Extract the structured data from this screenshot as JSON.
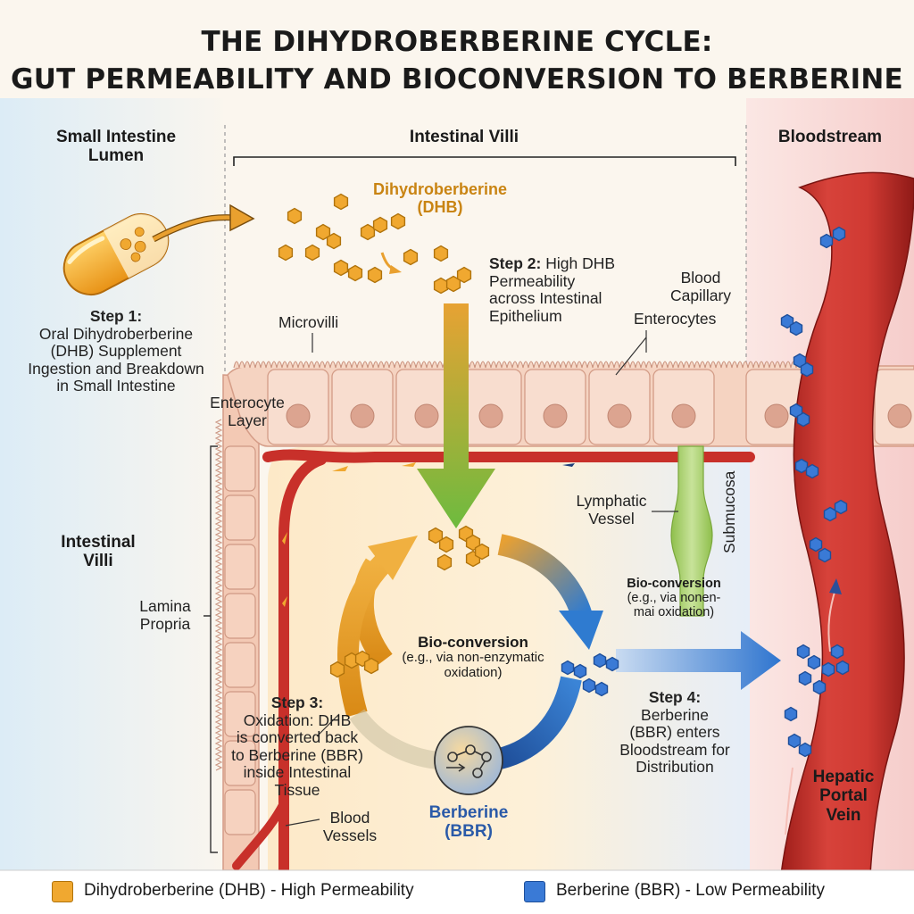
{
  "header": {
    "title_line1": "THE DIHYDROBERBERINE CYCLE:",
    "title_line2": "GUT PERMEABILITY AND BIOCONVERSION TO BERBERINE"
  },
  "columns": {
    "lumen_line1": "Small Intestine",
    "lumen_line2": "Lumen",
    "villi": "Intestinal Villi",
    "bloodstream": "Bloodstream"
  },
  "labels": {
    "dhb_line1": "Dihydroberberine",
    "dhb_line2": "(DHB)",
    "step1_title": "Step 1:",
    "step1_lines": [
      "Oral Dihydroberberine",
      "(DHB) Supplement",
      "Ingestion and Breakdown",
      "in Small Intestine"
    ],
    "step2_title": "Step 2:",
    "step2_lines": [
      " High DHB",
      "Permeability",
      "across Intestinal",
      "Epithelium"
    ],
    "blood_capillary_line1": "Blood",
    "blood_capillary_line2": "Capillary",
    "enterocytes": "Enterocytes",
    "microvilli": "Microvilli",
    "enterocyte_layer_line1": "Enterocyte",
    "enterocyte_layer_line2": "Layer",
    "intestinal_villi_line1": "Intestinal",
    "intestinal_villi_line2": "Villi",
    "lamina_line1": "Lamina",
    "lamina_line2": "Propria",
    "lymphatic_line1": "Lymphatic",
    "lymphatic_line2": "Vessel",
    "submucosa": "Submucosa",
    "bioconv_right_title": "Bio-conversion",
    "bioconv_right_line1": "(e.g., via nonen-",
    "bioconv_right_line2": "mai oxidation)",
    "bioconv_center_title": "Bio-conversion",
    "bioconv_center_line1": "(e.g., via non-enzymatic",
    "bioconv_center_line2": "oxidation)",
    "step3_title": "Step 3:",
    "step3_lines": [
      "Oxidation: DHB",
      "is converted back",
      "to Berberine (BBR)",
      "inside Intestinal",
      "Tissue"
    ],
    "step4_title": "Step 4:",
    "step4_lines": [
      "Berberine",
      "(BBR) enters",
      "Bloodstream for",
      "Distribution"
    ],
    "blood_vessels_line1": "Blood",
    "blood_vessels_line2": "Vessels",
    "berberine_line1": "Berberine",
    "berberine_line2": "(BBR)",
    "hepatic_line1": "Hepatic",
    "hepatic_line2": "Portal",
    "hepatic_line3": "Vein"
  },
  "legend": {
    "dhb": "Dihydroberberine (DHB) - High Permeability",
    "bbr": "Berberine (BBR) - Low Permeability"
  },
  "colors": {
    "dhb": "#f0a830",
    "dhb_dark": "#c98412",
    "bbr": "#2f6fc6",
    "bbr_dark": "#1e4f9a",
    "vessel": "#c8302a",
    "lymph": "#a9cc6a",
    "dhb_label": "#c98412",
    "bbr_label": "#2a5aa8"
  }
}
